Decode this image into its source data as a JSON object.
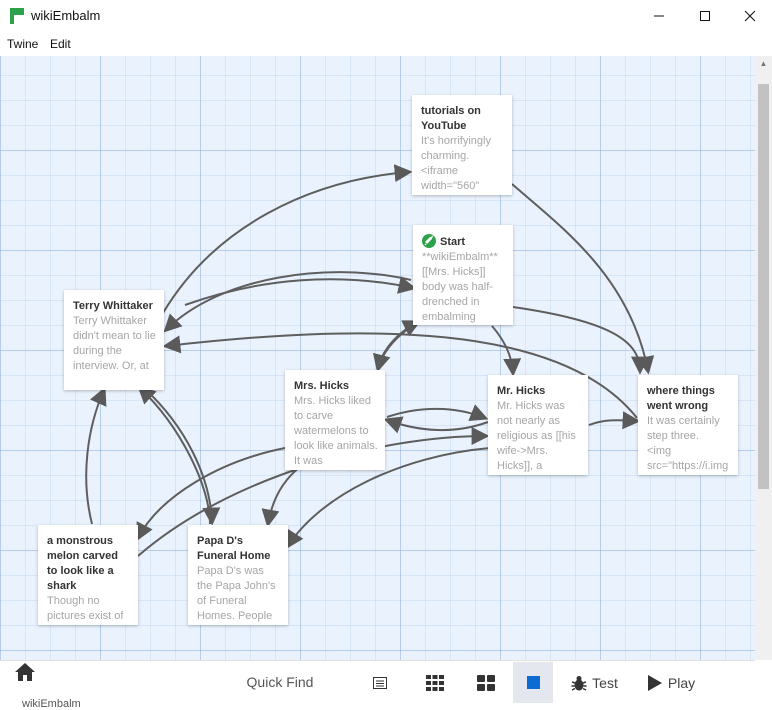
{
  "window": {
    "title": "wikiEmbalm",
    "brand_color": "#2ca24a",
    "controls": [
      "minimize-icon",
      "maximize-icon",
      "close-icon"
    ]
  },
  "menu": {
    "items": [
      "Twine",
      "Edit"
    ]
  },
  "passages": [
    {
      "id": "tutorials",
      "name": "tutorials on YouTube",
      "excerpt": "It's horrifyingly charming.\n<iframe width=\"560\""
    },
    {
      "id": "start",
      "name": "Start",
      "is_start": true,
      "excerpt": "**wikiEmbalm**\n[[Mrs. Hicks]] body was half-drenched in embalming"
    },
    {
      "id": "terry",
      "name": "Terry Whittaker",
      "excerpt": "Terry Whittaker didn't mean to lie during the interview. Or, at"
    },
    {
      "id": "mrs-hicks",
      "name": "Mrs. Hicks",
      "excerpt": "Mrs. Hicks liked to carve watermelons to look like animals. It was"
    },
    {
      "id": "mr-hicks",
      "name": "Mr. Hicks",
      "excerpt": "Mr. Hicks was not nearly as religious as [[his wife->Mrs. Hicks]], a"
    },
    {
      "id": "where",
      "name": "where things went wrong",
      "excerpt": "It was certainly step three.\n<img src=\"https://i.img"
    },
    {
      "id": "melon",
      "name": "a monstrous melon carved to look like a shark",
      "excerpt": "Though no pictures exist of"
    },
    {
      "id": "papa",
      "name": "Papa D's Funeral Home",
      "excerpt": "Papa D's was the Papa John's of Funeral Homes. People"
    }
  ],
  "toolbar": {
    "home_icon": "home-icon",
    "quick_find": "Quick Find",
    "test_label": "Test",
    "play_label": "Play",
    "zoom_levels": [
      "list-view-icon",
      "small-grid-icon",
      "medium-grid-icon",
      "large-square-icon"
    ],
    "active_zoom": "large-square-icon",
    "accent_color": "#0d6cd4"
  },
  "story_name_partial": "wikiEmbalm"
}
